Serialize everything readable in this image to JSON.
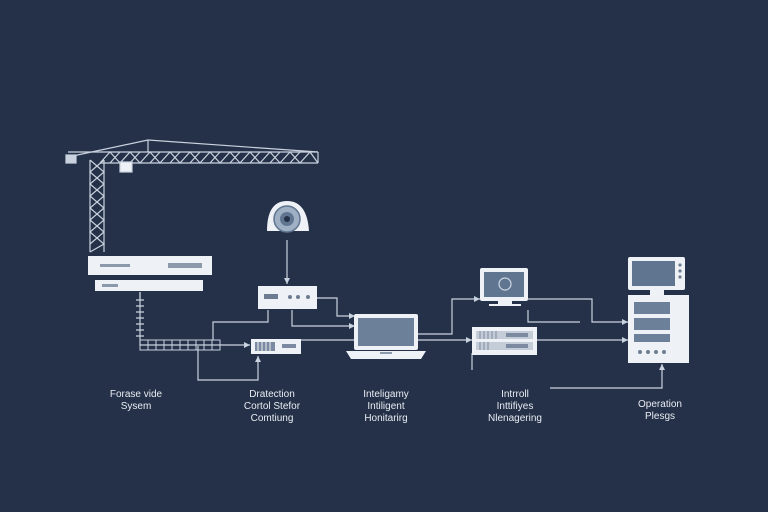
{
  "labels": {
    "crane_system": [
      "Forase vide",
      "Sysem"
    ],
    "detection": [
      "Dratection",
      "Cortol Stefor",
      "Comtiung"
    ],
    "monitoring": [
      "Inteligamy",
      "Intiligent",
      "Honitarirg"
    ],
    "management": [
      "Intrroll",
      "Inttifiyes",
      "Nlenagering"
    ],
    "operation": [
      "Operation",
      "Plesgs"
    ]
  },
  "colors": {
    "background": "#243148",
    "line": "#c9d2de",
    "device_fill": "#eef1f5",
    "screen": "#5f7590",
    "text": "#e9edf3"
  },
  "icons": [
    "crane-icon",
    "camera-dome-icon",
    "controller-unit-icon",
    "switch-icon",
    "laptop-icon",
    "monitor-icon",
    "server-rack-icon",
    "workstation-icon"
  ]
}
